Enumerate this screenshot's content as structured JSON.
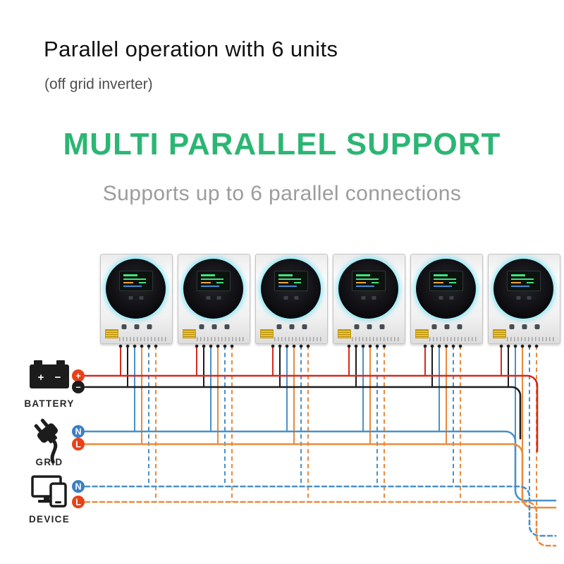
{
  "header": {
    "title": "Parallel operation with 6 units",
    "subtitle": "(off grid inverter)"
  },
  "hero": {
    "heading": "MULTI PARALLEL SUPPORT",
    "subheading": "Supports up to 6 parallel connections"
  },
  "colors": {
    "heading_green": "#2bb673",
    "subheading_gray": "#9c9c9c",
    "wire_red": "#d42a1e",
    "wire_black": "#1c1c1c",
    "wire_blue": "#4a90c8",
    "wire_orange": "#e98a3c",
    "badge_red": "#e84118",
    "badge_blue": "#3d7ec2",
    "badge_black": "#1c1c1c",
    "ring_glow": "#41e0f5",
    "warning_yellow": "#f2c31d"
  },
  "inverters": {
    "count": 6
  },
  "endpoints": [
    {
      "label": "BATTERY",
      "icon_marks": [
        "+",
        "−"
      ],
      "terminals": [
        {
          "text": "+",
          "color": "#e84118"
        },
        {
          "text": "−",
          "color": "#1c1c1c"
        }
      ]
    },
    {
      "label": "GRID",
      "terminals": [
        {
          "text": "N",
          "color": "#3d7ec2"
        },
        {
          "text": "L",
          "color": "#e84118"
        }
      ]
    },
    {
      "label": "DEVICE",
      "terminals": [
        {
          "text": "N",
          "color": "#3d7ec2"
        },
        {
          "text": "L",
          "color": "#e84118"
        }
      ]
    }
  ]
}
